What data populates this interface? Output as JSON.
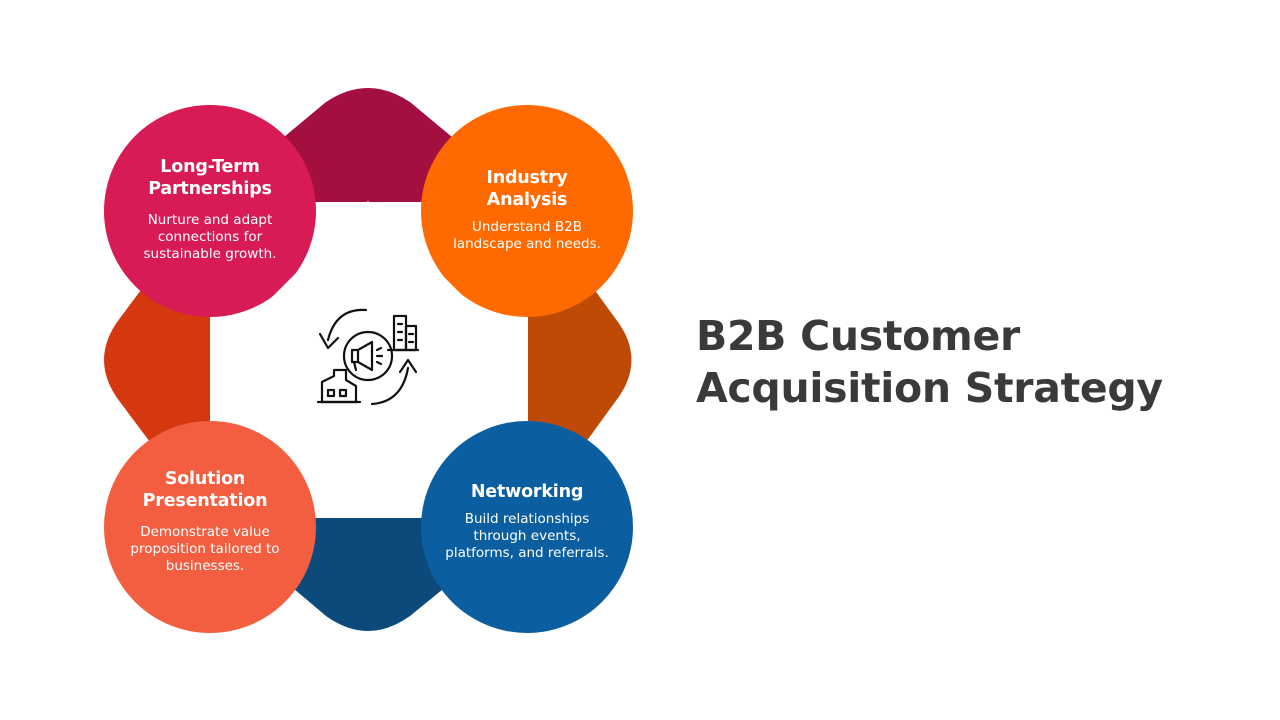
{
  "title": "B2B Customer\nAcquisition Strategy",
  "colors": {
    "petal_top": "#A30F3F",
    "petal_right": "#BF4A06",
    "petal_bottom": "#0B4A7A",
    "petal_left": "#D5380F",
    "icon": "#111111"
  },
  "center_icon": "marketing-cycle-icon",
  "segments": [
    {
      "key": "top-left",
      "title": "Long-Term\nPartnerships",
      "description": "Nurture and adapt\nconnections for\nsustainable growth.",
      "color": "#D81B54"
    },
    {
      "key": "top-right",
      "title": "Industry\nAnalysis",
      "description": "Understand B2B\nlandscape and needs.",
      "color": "#FF6A00"
    },
    {
      "key": "bottom-left",
      "title": "Solution\nPresentation",
      "description": "Demonstrate value\nproposition tailored to\nbusinesses.",
      "color": "#F35E40"
    },
    {
      "key": "bottom-right",
      "title": "Networking",
      "description": "Build relationships\nthrough events,\nplatforms, and referrals.",
      "color": "#0B5FA0"
    }
  ]
}
